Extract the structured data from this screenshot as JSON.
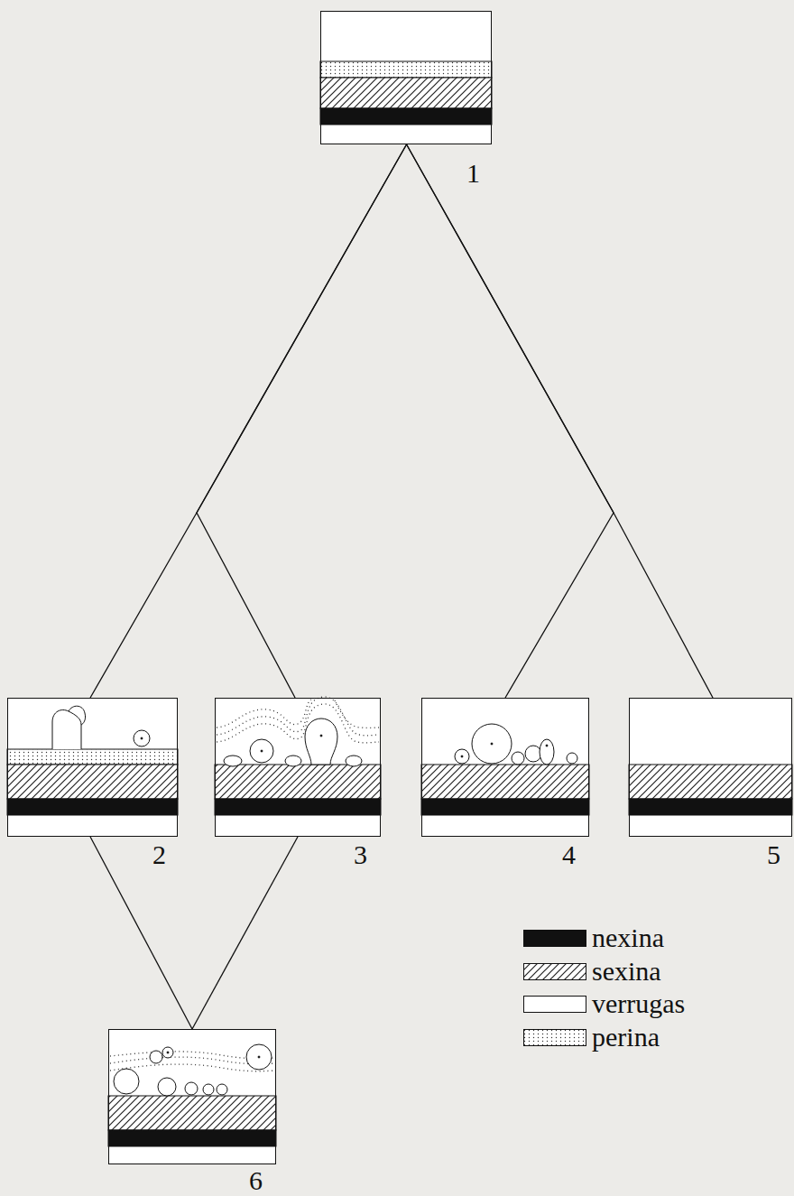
{
  "diagram": {
    "nodes": [
      {
        "text": [
          "1"
        ]
      },
      {
        "text": [
          "2"
        ]
      },
      {
        "text": [
          "3"
        ]
      },
      {
        "text": [
          "4"
        ]
      },
      {
        "text": [
          "5"
        ]
      },
      {
        "text": [
          "6"
        ]
      }
    ],
    "edges": [
      {
        "from": 0,
        "to": 1,
        "arrow": "none"
      },
      {
        "from": 0,
        "to": 2,
        "arrow": "none"
      },
      {
        "from": 0,
        "to": 3,
        "arrow": "none"
      },
      {
        "from": 0,
        "to": 4,
        "arrow": "none"
      },
      {
        "from": 1,
        "to": 5,
        "arrow": "none"
      },
      {
        "from": 2,
        "to": 5,
        "arrow": "none"
      }
    ],
    "legend": [
      {
        "text": "nexina",
        "color": "#111111"
      },
      {
        "text": "sexina"
      },
      {
        "text": "verrugas",
        "color": "#ffffff"
      },
      {
        "text": "perina"
      }
    ]
  }
}
